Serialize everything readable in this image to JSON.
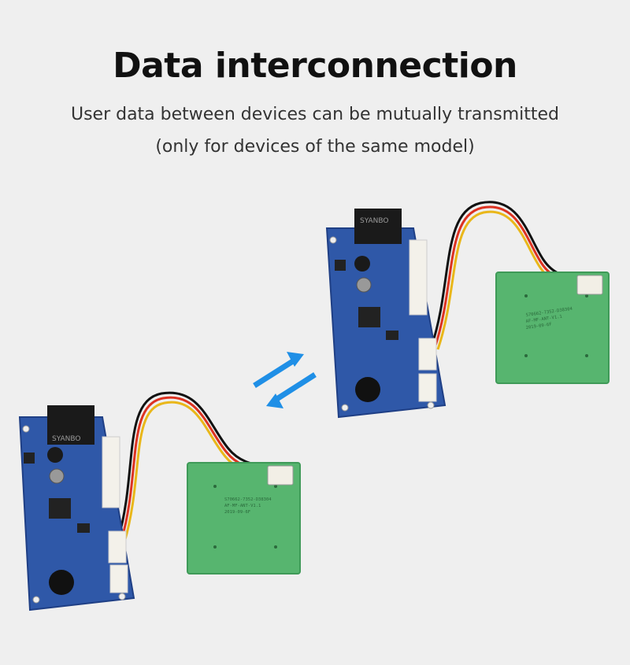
{
  "heading": {
    "title": "Data interconnection",
    "line1": "User data between devices can be mutually transmitted",
    "line2": "(only for devices of the same model)"
  },
  "colors": {
    "background": "#efefef",
    "pcb": "#2f58a8",
    "antenna": "#57b56f",
    "arrow": "#1f8fe6"
  },
  "device_top": {
    "relay_label": "SYANBO",
    "antenna_lines": [
      "S70662-7352-D38304",
      "AF-MF-ANT-V1.1",
      "2019-09-6F"
    ]
  },
  "device_bottom": {
    "relay_label": "SYANBO",
    "antenna_lines": [
      "S70662-7352-D38304",
      "AF-MF-ANT-V1.1",
      "2019-09-6F"
    ]
  },
  "icons": {
    "arrows": "bidirectional-arrows-icon"
  }
}
